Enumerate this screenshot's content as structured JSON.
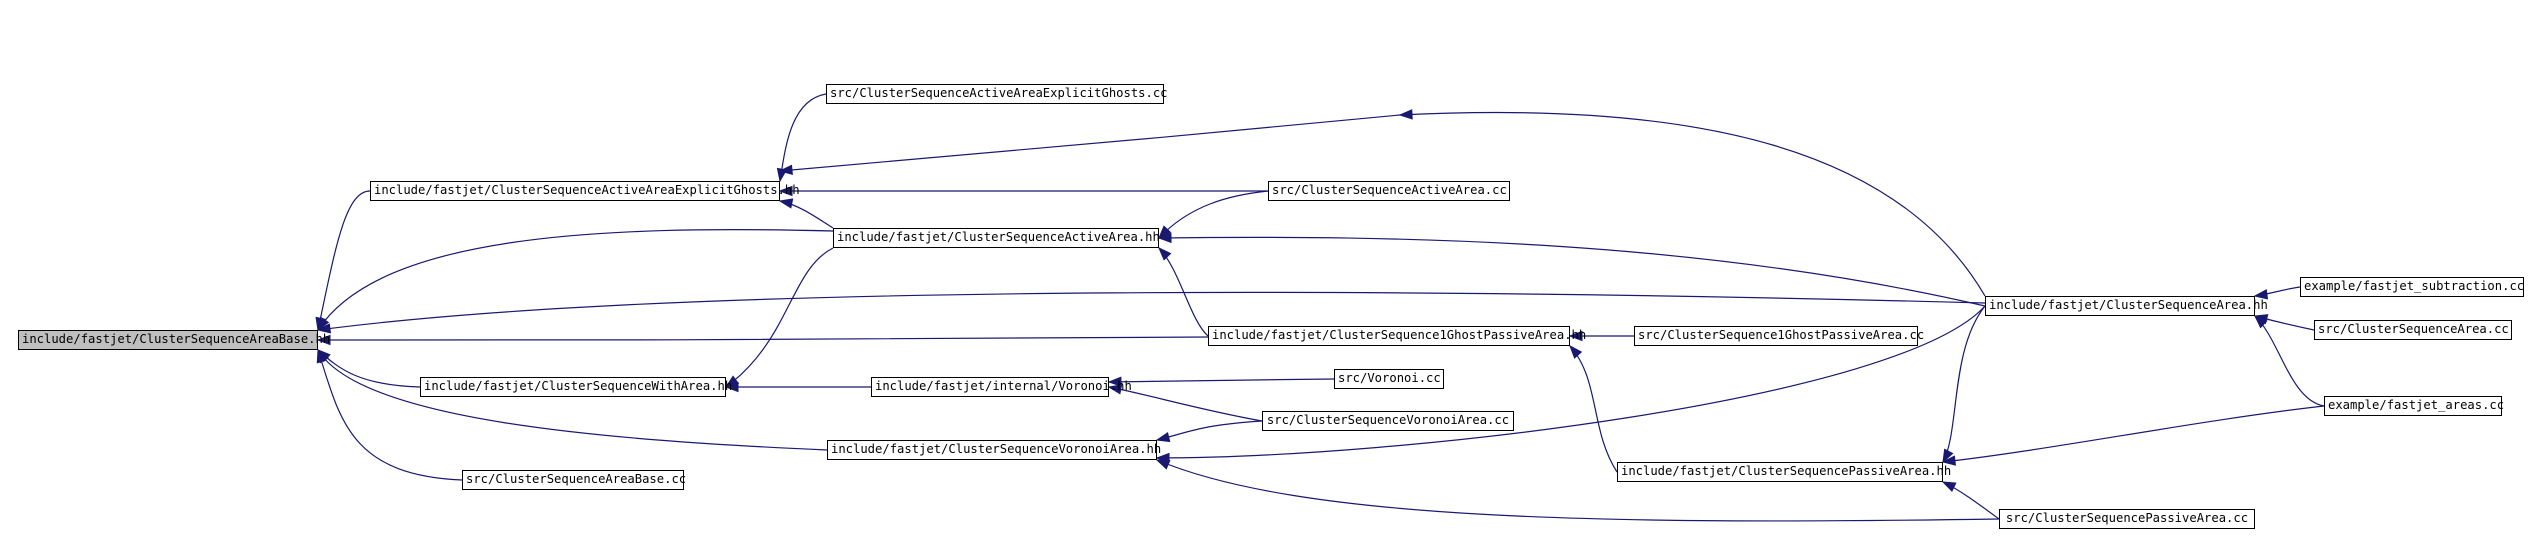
{
  "graph": {
    "colors": {
      "edge": "#191970",
      "root_fill": "#bfbfbf",
      "node_fill": "#ffffff",
      "border": "#000000"
    },
    "nodes": [
      {
        "id": "n0",
        "label": "include/fastjet/ClusterSequenceAreaBase.hh",
        "root": true
      },
      {
        "id": "n1",
        "label": "include/fastjet/ClusterSequenceActiveAreaExplicitGhosts.hh"
      },
      {
        "id": "n2",
        "label": "src/ClusterSequenceActiveAreaExplicitGhosts.cc"
      },
      {
        "id": "n3",
        "label": "include/fastjet/ClusterSequenceActiveArea.hh"
      },
      {
        "id": "n4",
        "label": "src/ClusterSequenceActiveArea.cc"
      },
      {
        "id": "n5",
        "label": "include/fastjet/ClusterSequence1GhostPassiveArea.hh"
      },
      {
        "id": "n6",
        "label": "src/ClusterSequence1GhostPassiveArea.cc"
      },
      {
        "id": "n7",
        "label": "include/fastjet/ClusterSequenceArea.hh"
      },
      {
        "id": "n8",
        "label": "example/fastjet_subtraction.cc"
      },
      {
        "id": "n9",
        "label": "src/ClusterSequenceArea.cc"
      },
      {
        "id": "n10",
        "label": "example/fastjet_areas.cc"
      },
      {
        "id": "n11",
        "label": "include/fastjet/ClusterSequenceWithArea.hh"
      },
      {
        "id": "n12",
        "label": "include/fastjet/internal/Voronoi.hh"
      },
      {
        "id": "n13",
        "label": "src/Voronoi.cc"
      },
      {
        "id": "n14",
        "label": "src/ClusterSequenceVoronoiArea.cc"
      },
      {
        "id": "n15",
        "label": "include/fastjet/ClusterSequenceVoronoiArea.hh"
      },
      {
        "id": "n16",
        "label": "include/fastjet/ClusterSequencePassiveArea.hh"
      },
      {
        "id": "n17",
        "label": "src/ClusterSequenceAreaBase.cc"
      },
      {
        "id": "n18",
        "label": "src/ClusterSequencePassiveArea.cc"
      }
    ],
    "edges": [
      {
        "from": "n1",
        "to": "n0"
      },
      {
        "from": "n3",
        "to": "n0"
      },
      {
        "from": "n7",
        "to": "n0"
      },
      {
        "from": "n5",
        "to": "n0"
      },
      {
        "from": "n11",
        "to": "n0"
      },
      {
        "from": "n15",
        "to": "n0"
      },
      {
        "from": "n17",
        "to": "n0"
      },
      {
        "from": "n2",
        "to": "n1"
      },
      {
        "from": "n4",
        "to": "n1"
      },
      {
        "from": "n7",
        "to": "n1"
      },
      {
        "from": "n3",
        "to": "n1"
      },
      {
        "from": "n4",
        "to": "n3"
      },
      {
        "from": "n7",
        "to": "n3"
      },
      {
        "from": "n5",
        "to": "n3"
      },
      {
        "from": "n3",
        "to": "n11"
      },
      {
        "from": "n12",
        "to": "n11"
      },
      {
        "from": "n13",
        "to": "n12"
      },
      {
        "from": "n14",
        "to": "n12"
      },
      {
        "from": "n14",
        "to": "n15"
      },
      {
        "from": "n7",
        "to": "n15"
      },
      {
        "from": "n18",
        "to": "n15"
      },
      {
        "from": "n6",
        "to": "n5"
      },
      {
        "from": "n16",
        "to": "n5"
      },
      {
        "from": "n8",
        "to": "n7"
      },
      {
        "from": "n9",
        "to": "n7"
      },
      {
        "from": "n10",
        "to": "n7"
      },
      {
        "from": "n7",
        "to": "n16"
      },
      {
        "from": "n10",
        "to": "n16"
      },
      {
        "from": "n18",
        "to": "n16"
      }
    ]
  }
}
